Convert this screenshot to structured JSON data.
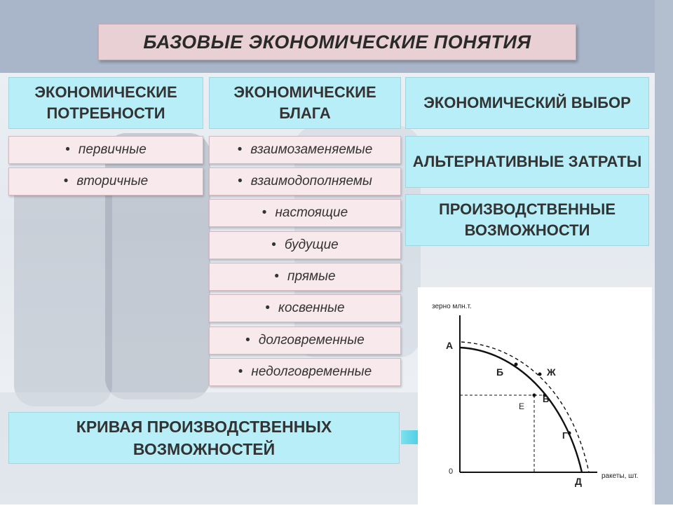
{
  "title": "БАЗОВЫЕ ЭКОНОМИЧЕСКИЕ ПОНЯТИЯ",
  "columns": [
    {
      "heading": "ЭКОНОМИЧЕСКИЕ ПОТРЕБНОСТИ",
      "items": [
        "первичные",
        "вторичные"
      ]
    },
    {
      "heading": "ЭКОНОМИЧЕСКИЕ БЛАГА",
      "items": [
        "взаимозаменяемые",
        "взаимодополняемы",
        "настоящие",
        "будущие",
        "прямые",
        "косвенные",
        "долговременные",
        "недолговременные"
      ]
    },
    {
      "heading": "ЭКОНОМИЧЕСКИЙ ВЫБОР",
      "items": [
        "АЛЬТЕРНАТИВНЫЕ ЗАТРАТЫ",
        "ПРОИЗВОДСТВЕННЫЕ ВОЗМОЖНОСТИ"
      ]
    }
  ],
  "bullet_glyph": "•",
  "curve_label": "КРИВАЯ ПРОИЗВОДСТВЕННЫХ ВОЗМОЖНОСТЕЙ",
  "ppf_chart": {
    "y_axis_label": "зерно млн.т.",
    "x_axis_label": "ракеты, шт.",
    "origin_label": "0",
    "points": [
      "А",
      "Б",
      "В",
      "Г",
      "Д",
      "Е",
      "Ж"
    ]
  },
  "colors": {
    "title_bg": "#e9d0d4",
    "heading_bg": "#b8eef7",
    "item_bg": "#f7e9ec",
    "arrow": "#27c7e0"
  }
}
